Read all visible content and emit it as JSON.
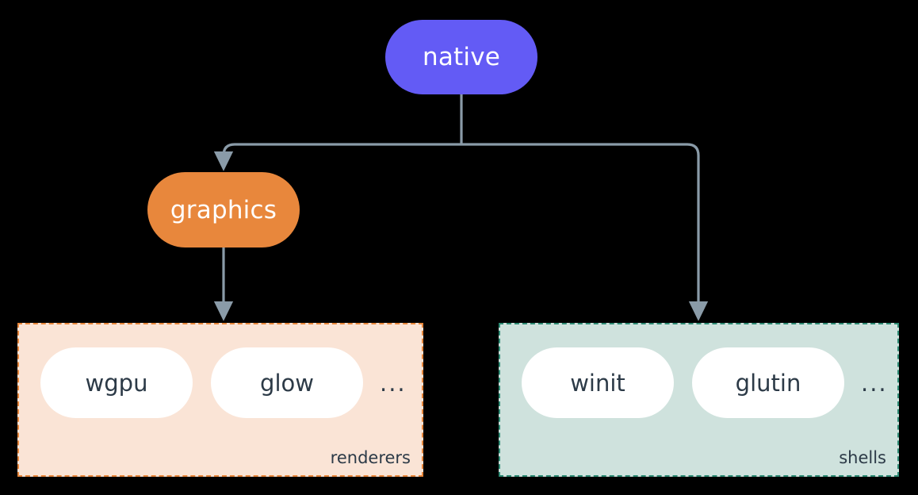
{
  "diagram": {
    "title": "native",
    "background_color": "#000000",
    "edge_color": "#8a9ba8"
  },
  "nodes": {
    "native": {
      "label": "native",
      "color": "#635bf5",
      "text_color": "#ffffff"
    },
    "graphics": {
      "label": "graphics",
      "color": "#e8873c",
      "text_color": "#ffffff"
    }
  },
  "clusters": [
    {
      "id": "renderers",
      "label": "renderers",
      "background_color": "#fae4d6",
      "border_color": "#e8873c",
      "items": [
        "wgpu",
        "glow"
      ],
      "overflow": "..."
    },
    {
      "id": "shells",
      "label": "shells",
      "background_color": "#cfe2dd",
      "border_color": "#2e8b74",
      "items": [
        "winit",
        "glutin"
      ],
      "overflow": "..."
    }
  ],
  "edges": [
    {
      "from": "native",
      "to": "graphics"
    },
    {
      "from": "native",
      "to": "shells"
    },
    {
      "from": "graphics",
      "to": "renderers"
    }
  ]
}
